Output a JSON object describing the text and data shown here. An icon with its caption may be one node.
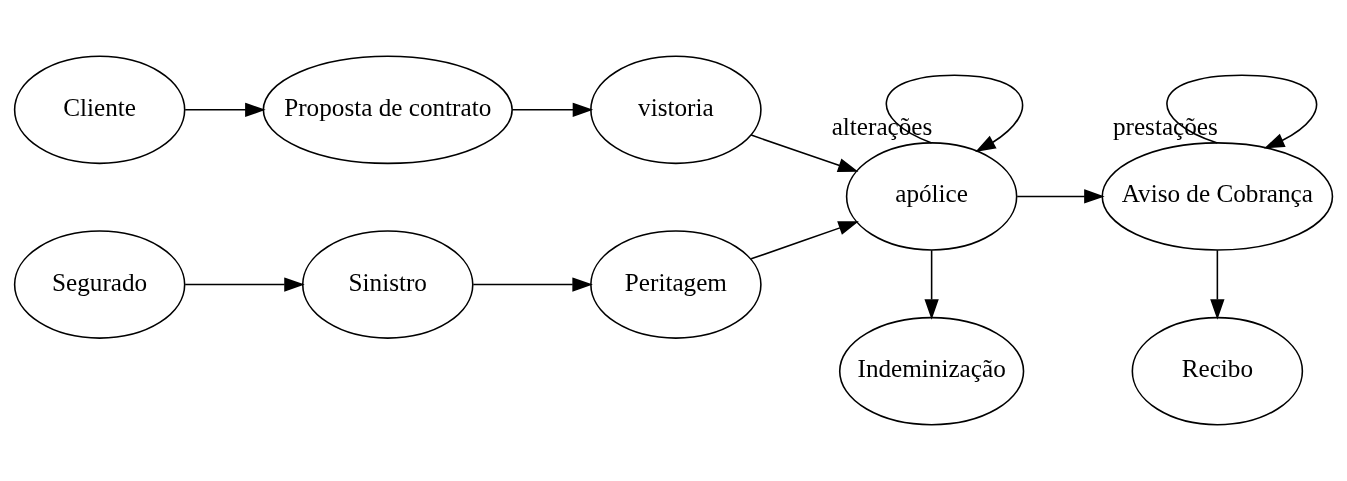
{
  "diagram": {
    "nodes": [
      {
        "text": [
          "Cliente"
        ]
      },
      {
        "text": [
          "Proposta de contrato"
        ]
      },
      {
        "text": [
          "vistoria"
        ]
      },
      {
        "text": [
          "apólice"
        ]
      },
      {
        "text": [
          "Aviso de Cobrança"
        ]
      },
      {
        "text": [
          "Segurado"
        ]
      },
      {
        "text": [
          "Sinistro"
        ]
      },
      {
        "text": [
          "Peritagem"
        ]
      },
      {
        "text": [
          "Indeminização"
        ]
      },
      {
        "text": [
          "Recibo"
        ]
      }
    ],
    "edges": [
      {
        "from": 0,
        "to": 1,
        "arrow": "to"
      },
      {
        "from": 1,
        "to": 2,
        "arrow": "to"
      },
      {
        "from": 2,
        "to": 3,
        "arrow": "to"
      },
      {
        "from": 3,
        "to": 3,
        "arrow": "to",
        "label": "alterações"
      },
      {
        "from": 3,
        "to": 4,
        "arrow": "to"
      },
      {
        "from": 4,
        "to": 4,
        "arrow": "to",
        "label": "prestações"
      },
      {
        "from": 3,
        "to": 8,
        "arrow": "to"
      },
      {
        "from": 4,
        "to": 9,
        "arrow": "to"
      },
      {
        "from": 5,
        "to": 6,
        "arrow": "to"
      },
      {
        "from": 6,
        "to": 7,
        "arrow": "to"
      },
      {
        "from": 7,
        "to": 3,
        "arrow": "to"
      }
    ]
  }
}
